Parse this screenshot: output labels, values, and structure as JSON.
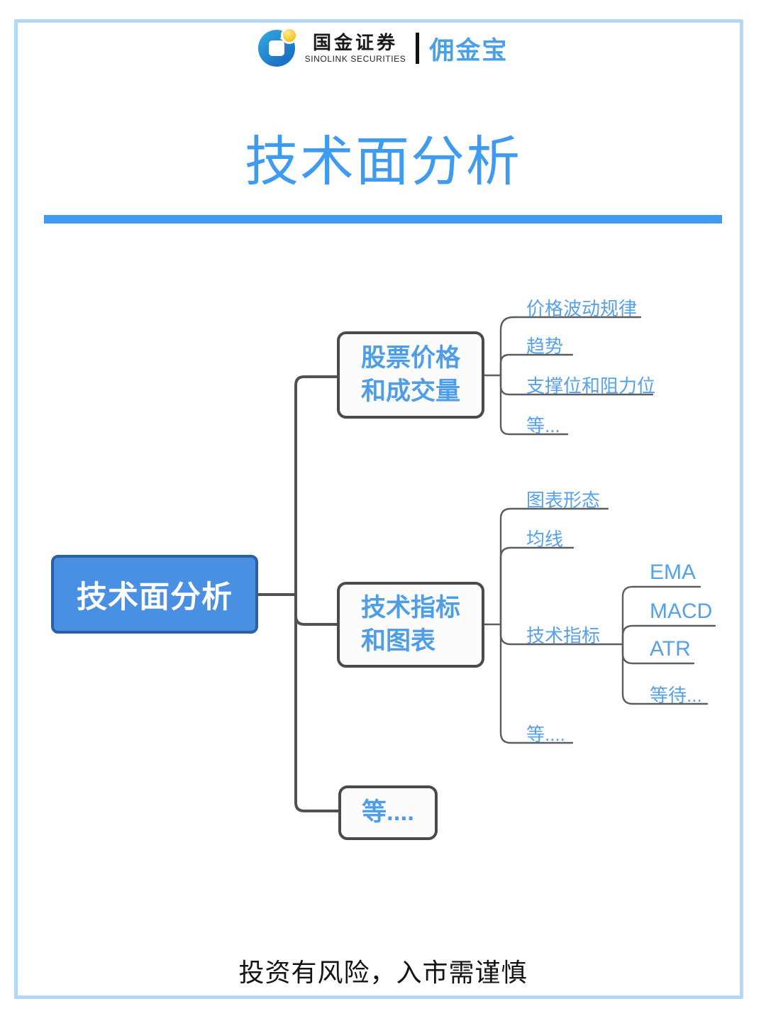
{
  "header": {
    "brand_cn": "国金证券",
    "brand_en": "SINOLINK SECURITIES",
    "product": "佣金宝"
  },
  "title": "技术面分析",
  "mindmap": {
    "root": "技术面分析",
    "branches": [
      {
        "lines": [
          "股票价格",
          "和成交量"
        ],
        "children": [
          "价格波动规律",
          "趋势",
          "支撑位和阻力位",
          "等..."
        ]
      },
      {
        "lines": [
          "技术指标",
          "和图表"
        ],
        "children": [
          "图表形态",
          "均线",
          "技术指标",
          "等...."
        ],
        "grandchildren": [
          "EMA",
          "MACD",
          "ATR",
          "等待..."
        ]
      },
      {
        "lines": [
          "等...."
        ]
      }
    ]
  },
  "footer": "投资有风险，入市需谨慎",
  "colors": {
    "accent_blue": "#3E9BF0",
    "root_fill": "#4A90E2",
    "root_border": "#2B5FA6",
    "branch_text": "#4D9DE8",
    "leaf_text": "#57A0EA",
    "box_border": "#4A4A4A",
    "connector_main": "#515151",
    "connector_leaf": "#5D5D5D",
    "frame_border": "#B3D8F3",
    "footer_text": "#141414"
  }
}
